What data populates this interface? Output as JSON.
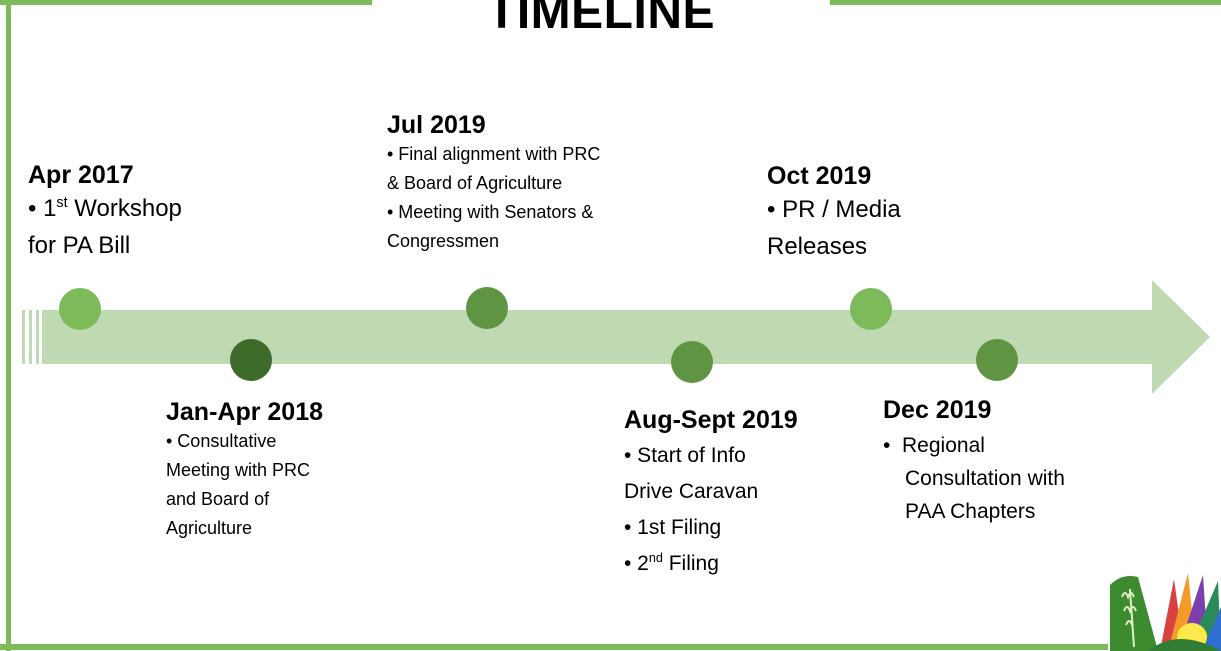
{
  "page": {
    "title": "TIMELINE"
  },
  "colors": {
    "frame": "#7dbb5a",
    "arrow": "#bfd9b2",
    "dot_light": "#7dbb5a",
    "dot_mid": "#5f9442",
    "dot_dark": "#3e6a2a"
  },
  "events": [
    {
      "date": "Apr 2017",
      "lines": [
        {
          "pre": "• 1",
          "sup": "st",
          "post": " Workshop"
        },
        {
          "pre": "for PA Bill"
        }
      ]
    },
    {
      "date": "Jan-Apr 2018",
      "lines": [
        {
          "pre": "• Consultative"
        },
        {
          "pre": "Meeting with PRC"
        },
        {
          "pre": "and Board of"
        },
        {
          "pre": "Agriculture"
        }
      ]
    },
    {
      "date": "Jul 2019",
      "lines": [
        {
          "pre": "• Final alignment with PRC"
        },
        {
          "pre": "& Board of Agriculture"
        },
        {
          "pre": "• Meeting with Senators &"
        },
        {
          "pre": "Congressmen"
        }
      ]
    },
    {
      "date": "Aug-Sept 2019",
      "lines": [
        {
          "pre": "• Start of Info"
        },
        {
          "pre": "Drive Caravan"
        },
        {
          "pre": "• 1st Filing"
        },
        {
          "pre": "• 2",
          "sup": "nd",
          "post": " Filing"
        }
      ]
    },
    {
      "date": "Oct 2019",
      "lines": [
        {
          "pre": "• PR / Media"
        },
        {
          "pre": "Releases"
        }
      ]
    },
    {
      "date": "Dec 2019",
      "lines": [
        {
          "pre": "•  Regional"
        },
        {
          "pre": "Consultation with"
        },
        {
          "pre": "PAA Chapters"
        }
      ]
    }
  ],
  "logo": {
    "icon": "organization-logo-icon"
  }
}
